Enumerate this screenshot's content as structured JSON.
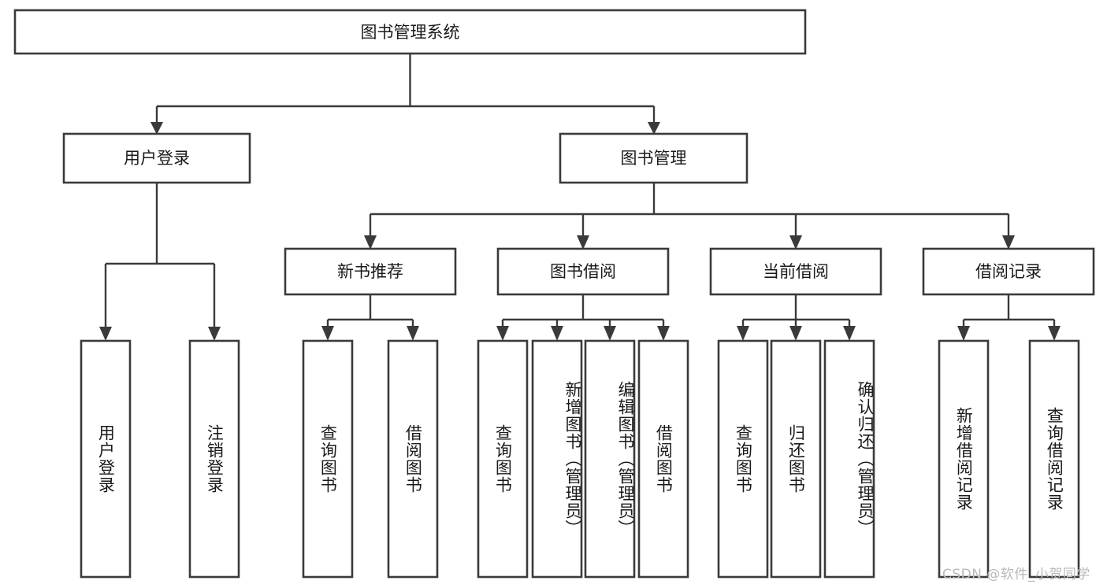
{
  "diagram": {
    "type": "tree",
    "title": "图书管理系统",
    "watermark": "CSDN @软件_小贺同学",
    "colors": {
      "stroke": "#3a3a3a",
      "fill": "#ffffff",
      "text": "#1a1a1a",
      "watermark": "#b9b9b9",
      "background": "#ffffff"
    },
    "nodes": {
      "root": {
        "label": "图书管理系统",
        "level": 1,
        "orientation": "horizontal"
      },
      "l2": [
        {
          "id": "user-login",
          "label": "用户登录",
          "level": 2,
          "orientation": "horizontal"
        },
        {
          "id": "book-manage",
          "label": "图书管理",
          "level": 2,
          "orientation": "horizontal"
        }
      ],
      "l3": [
        {
          "id": "new-book-rec",
          "label": "新书推荐",
          "level": 3,
          "orientation": "horizontal"
        },
        {
          "id": "book-borrow",
          "label": "图书借阅",
          "level": 3,
          "orientation": "horizontal"
        },
        {
          "id": "current-borrow",
          "label": "当前借阅",
          "level": 3,
          "orientation": "horizontal"
        },
        {
          "id": "borrow-record",
          "label": "借阅记录",
          "level": 3,
          "orientation": "horizontal"
        }
      ],
      "leaves": [
        {
          "id": "leaf-user-login",
          "label": "用户登录",
          "parent": "user-login",
          "orientation": "vertical"
        },
        {
          "id": "leaf-user-logout",
          "label": "注销登录",
          "parent": "user-login",
          "orientation": "vertical"
        },
        {
          "id": "leaf-rec-query",
          "label": "查询图书",
          "parent": "new-book-rec",
          "orientation": "vertical"
        },
        {
          "id": "leaf-rec-borrow",
          "label": "借阅图书",
          "parent": "new-book-rec",
          "orientation": "vertical"
        },
        {
          "id": "leaf-borrow-query",
          "label": "查询图书",
          "parent": "book-borrow",
          "orientation": "vertical"
        },
        {
          "id": "leaf-borrow-add",
          "label": "新增图书（管理员）",
          "parent": "book-borrow",
          "orientation": "vertical"
        },
        {
          "id": "leaf-borrow-edit",
          "label": "编辑图书（管理员）",
          "parent": "book-borrow",
          "orientation": "vertical"
        },
        {
          "id": "leaf-borrow-lend",
          "label": "借阅图书",
          "parent": "book-borrow",
          "orientation": "vertical"
        },
        {
          "id": "leaf-cur-query",
          "label": "查询图书",
          "parent": "current-borrow",
          "orientation": "vertical"
        },
        {
          "id": "leaf-cur-return",
          "label": "归还图书",
          "parent": "current-borrow",
          "orientation": "vertical"
        },
        {
          "id": "leaf-cur-confirm",
          "label": "确认归还（管理员）",
          "parent": "current-borrow",
          "orientation": "vertical"
        },
        {
          "id": "leaf-rec-add",
          "label": "新增借阅记录",
          "parent": "borrow-record",
          "orientation": "vertical"
        },
        {
          "id": "leaf-rec-search",
          "label": "查询借阅记录",
          "parent": "borrow-record",
          "orientation": "vertical"
        }
      ]
    },
    "edges": [
      {
        "from": "root",
        "to": "user-login"
      },
      {
        "from": "root",
        "to": "book-manage"
      },
      {
        "from": "user-login",
        "to": "leaf-user-login"
      },
      {
        "from": "user-login",
        "to": "leaf-user-logout"
      },
      {
        "from": "book-manage",
        "to": "new-book-rec"
      },
      {
        "from": "book-manage",
        "to": "book-borrow"
      },
      {
        "from": "book-manage",
        "to": "current-borrow"
      },
      {
        "from": "book-manage",
        "to": "borrow-record"
      },
      {
        "from": "new-book-rec",
        "to": "leaf-rec-query"
      },
      {
        "from": "new-book-rec",
        "to": "leaf-rec-borrow"
      },
      {
        "from": "book-borrow",
        "to": "leaf-borrow-query"
      },
      {
        "from": "book-borrow",
        "to": "leaf-borrow-add"
      },
      {
        "from": "book-borrow",
        "to": "leaf-borrow-edit"
      },
      {
        "from": "book-borrow",
        "to": "leaf-borrow-lend"
      },
      {
        "from": "current-borrow",
        "to": "leaf-cur-query"
      },
      {
        "from": "current-borrow",
        "to": "leaf-cur-return"
      },
      {
        "from": "current-borrow",
        "to": "leaf-cur-confirm"
      },
      {
        "from": "borrow-record",
        "to": "leaf-rec-add"
      },
      {
        "from": "borrow-record",
        "to": "leaf-rec-search"
      }
    ]
  }
}
